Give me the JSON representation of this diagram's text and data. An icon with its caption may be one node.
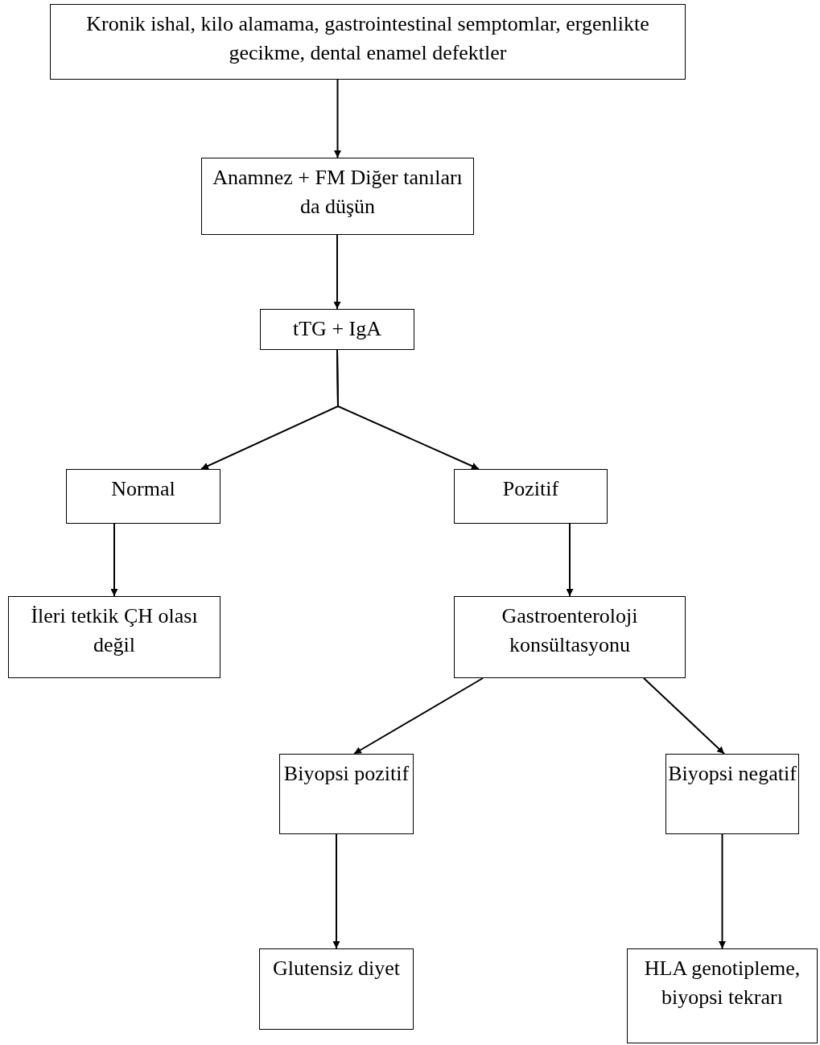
{
  "diagram": {
    "nodes": [
      {
        "text": [
          "Kronik ishal, kilo alamama, gastrointestinal semptomlar, ergenlikte gecikme, dental enamel defektler"
        ]
      },
      {
        "text": [
          "Anamnez + FM Diğer tanıları da düşün"
        ]
      },
      {
        "text": [
          "tTG + IgA"
        ]
      },
      {
        "text": [
          "Normal"
        ]
      },
      {
        "text": [
          "Pozitif"
        ]
      },
      {
        "text": [
          "İleri tetkik ÇH olası değil"
        ]
      },
      {
        "text": [
          "Gastroenteroloji konsültasyonu"
        ]
      },
      {
        "text": [
          "Biyopsi pozitif"
        ]
      },
      {
        "text": [
          "Biyopsi negatif"
        ]
      },
      {
        "text": [
          "Glutensiz diyet"
        ]
      },
      {
        "text": [
          "HLA genotipleme, biyopsi tekrarı"
        ]
      }
    ],
    "edges": [
      {
        "from": 0,
        "to": 1,
        "arrow": "to"
      },
      {
        "from": 1,
        "to": 2,
        "arrow": "to"
      },
      {
        "from": 2,
        "to": 3,
        "arrow": "to"
      },
      {
        "from": 2,
        "to": 4,
        "arrow": "to"
      },
      {
        "from": 3,
        "to": 5,
        "arrow": "to"
      },
      {
        "from": 4,
        "to": 6,
        "arrow": "to"
      },
      {
        "from": 6,
        "to": 7,
        "arrow": "to"
      },
      {
        "from": 6,
        "to": 8,
        "arrow": "to"
      },
      {
        "from": 7,
        "to": 9,
        "arrow": "to"
      },
      {
        "from": 8,
        "to": 10,
        "arrow": "to"
      }
    ]
  }
}
